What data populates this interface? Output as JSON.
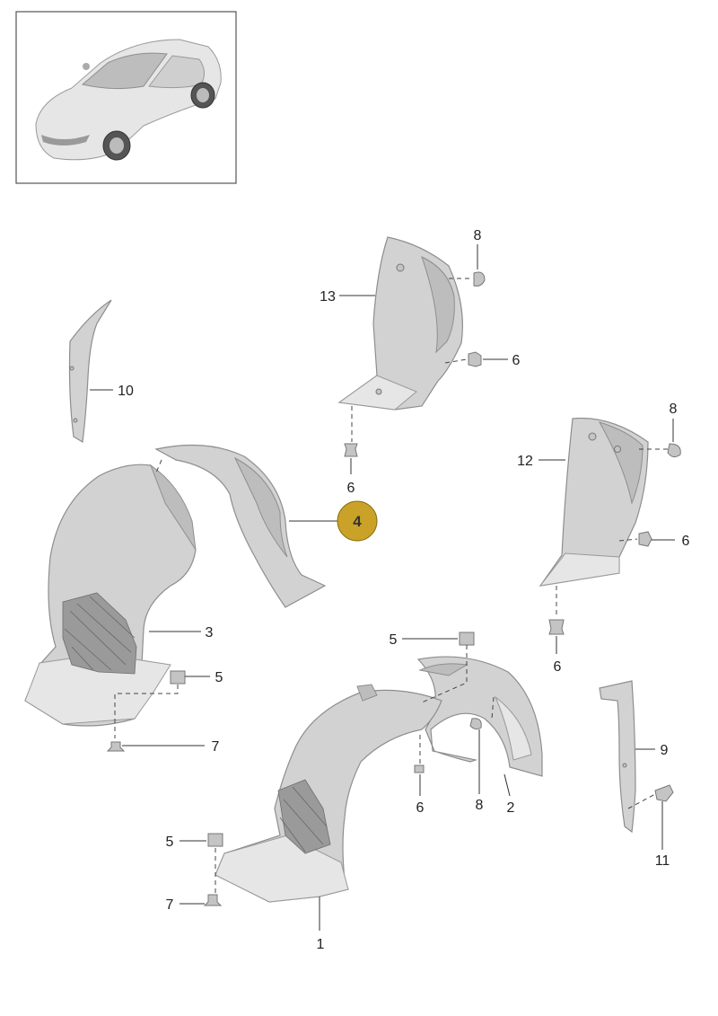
{
  "highlight_color": "#c9a227",
  "callouts": [
    {
      "id": "c13",
      "text": "13"
    },
    {
      "id": "c8a",
      "text": "8"
    },
    {
      "id": "c6a",
      "text": "6"
    },
    {
      "id": "c6b",
      "text": "6"
    },
    {
      "id": "c10",
      "text": "10"
    },
    {
      "id": "c4",
      "text": "4"
    },
    {
      "id": "c12",
      "text": "12"
    },
    {
      "id": "c8b",
      "text": "8"
    },
    {
      "id": "c6c",
      "text": "6"
    },
    {
      "id": "c6d",
      "text": "6"
    },
    {
      "id": "c3",
      "text": "3"
    },
    {
      "id": "c5a",
      "text": "5"
    },
    {
      "id": "c5b",
      "text": "5"
    },
    {
      "id": "c7a",
      "text": "7"
    },
    {
      "id": "c6e",
      "text": "6"
    },
    {
      "id": "c8c",
      "text": "8"
    },
    {
      "id": "c2",
      "text": "2"
    },
    {
      "id": "c9",
      "text": "9"
    },
    {
      "id": "c11",
      "text": "11"
    },
    {
      "id": "c5c",
      "text": "5"
    },
    {
      "id": "c7b",
      "text": "7"
    },
    {
      "id": "c1",
      "text": "1"
    }
  ]
}
